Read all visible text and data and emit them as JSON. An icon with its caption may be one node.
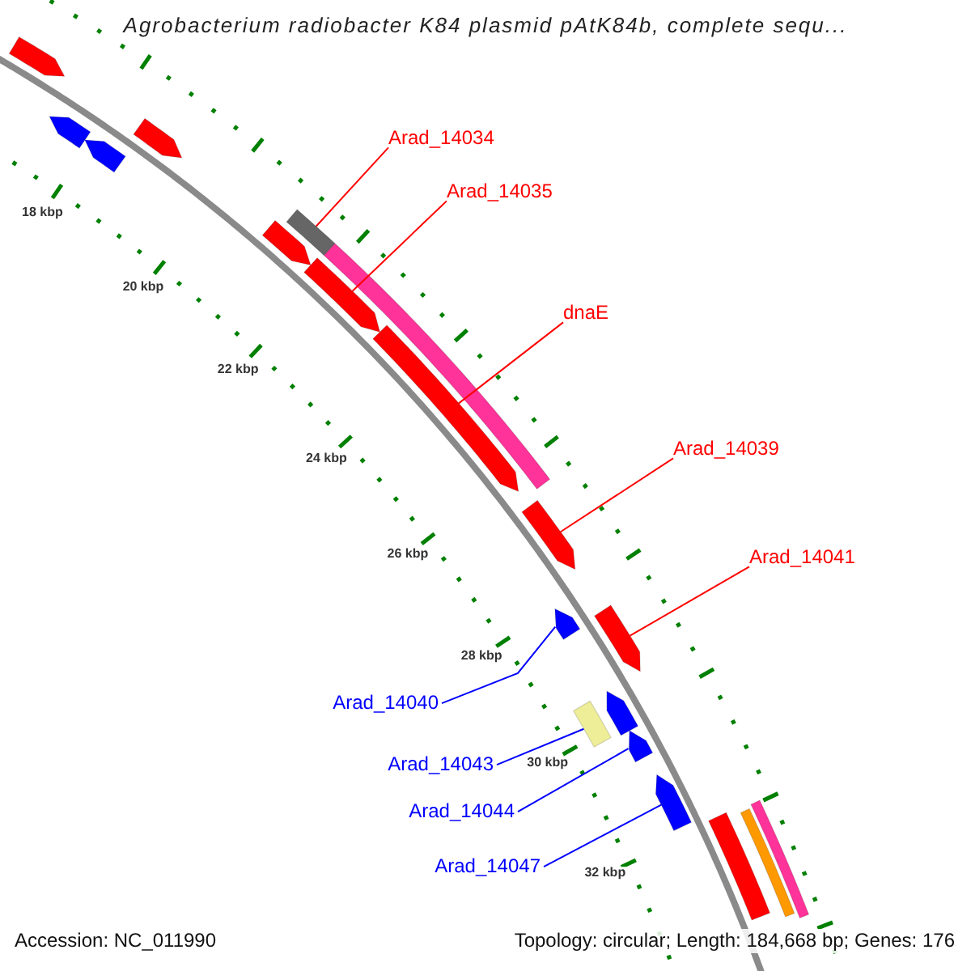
{
  "diagram": {
    "title": "Agrobacterium radiobacter K84 plasmid pAtK84b, complete sequ...",
    "nodes": [
      {
        "text": [
          "Arad_14034"
        ]
      },
      {
        "text": [],
        "shape": "bar"
      },
      {
        "text": [
          "Arad_14035"
        ]
      },
      {
        "text": [],
        "shape": "arrow"
      },
      {
        "text": [
          "dnaE"
        ]
      },
      {
        "text": [],
        "shape": "arrow"
      },
      {
        "text": [
          "Arad_14039"
        ]
      },
      {
        "text": [],
        "shape": "arrow"
      },
      {
        "text": [
          "Arad_14041"
        ]
      },
      {
        "text": [],
        "shape": "arrow"
      },
      {
        "text": [
          "Arad_14040"
        ]
      },
      {
        "text": [],
        "shape": "arrow"
      },
      {
        "text": [
          "Arad_14043"
        ]
      },
      {
        "text": [],
        "shape": "bar"
      },
      {
        "text": [
          "Arad_14044"
        ]
      },
      {
        "text": [],
        "shape": "arrow"
      },
      {
        "text": [
          "Arad_14047"
        ]
      },
      {
        "text": [],
        "shape": "arrow"
      },
      {
        "text": [],
        "shape": "bar"
      },
      {
        "text": [],
        "shape": "bar"
      },
      {
        "text": [],
        "shape": "bar"
      }
    ],
    "edges": [
      {
        "from": 0,
        "to": 1,
        "arrow": "none"
      },
      {
        "from": 2,
        "to": 3,
        "arrow": "none"
      },
      {
        "from": 4,
        "to": 5,
        "arrow": "none"
      },
      {
        "from": 6,
        "to": 7,
        "arrow": "none"
      },
      {
        "from": 8,
        "to": 9,
        "arrow": "none"
      },
      {
        "from": 10,
        "to": 11,
        "arrow": "none",
        "color": "#0000ff"
      },
      {
        "from": 12,
        "to": 13,
        "arrow": "none",
        "color": "#0000ff"
      },
      {
        "from": 14,
        "to": 15,
        "arrow": "none",
        "color": "#0000ff"
      },
      {
        "from": 16,
        "to": 17,
        "arrow": "none",
        "color": "#0000ff"
      }
    ],
    "labels": [
      "18 kbp",
      "20 kbp",
      "22 kbp",
      "24 kbp",
      "26 kbp",
      "28 kbp",
      "30 kbp",
      "32 kbp",
      "Accession: NC_011990",
      "Topology: circular; Length: 184,668 bp; Genes: 176"
    ]
  }
}
